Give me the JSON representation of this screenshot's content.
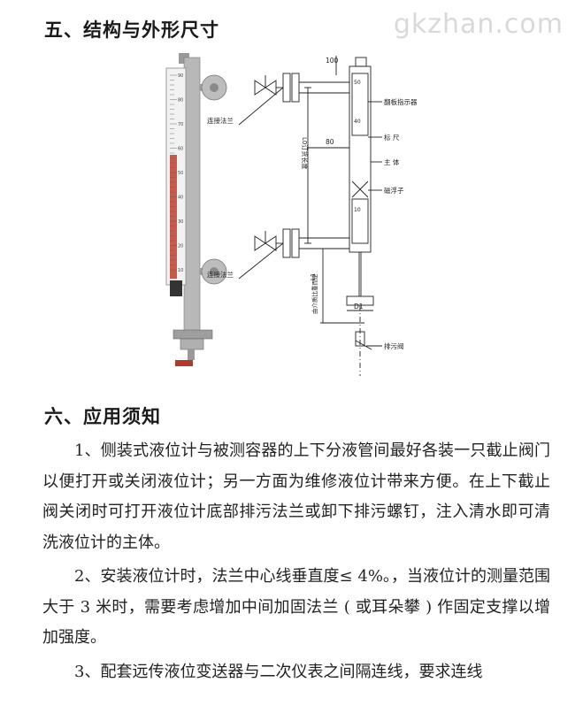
{
  "watermark": "gkzhan.com",
  "section5": {
    "title": "五、结构与外形尺寸"
  },
  "figure": {
    "labels": {
      "flange_top": "连接法兰",
      "flange_bottom": "连接法兰",
      "flip_display": "翻板指示器",
      "scale": "标 尺",
      "body": "主 体",
      "float": "磁浮子",
      "drain_valve": "排污阀",
      "dim_80": "80",
      "dim_100": "100",
      "dim_L0": "L0订货长度",
      "dim_L1": "L1",
      "dim_L1_note": "由介质比重而定",
      "dim_D1": "D1",
      "scale_50": "50",
      "scale_40": "40",
      "scale_10": "10"
    },
    "scale_ticks": [
      "90",
      "80",
      "70",
      "60",
      "50",
      "40",
      "30",
      "20",
      "10"
    ]
  },
  "section6": {
    "title": "六、应用须知",
    "paragraphs": [
      "1、侧装式液位计与被测容器的上下分液管间最好各装一只截止阀门以便打开或关闭液位计；另一方面为维修液位计带来方便。在上下截止阀关闭时可打开液位计底部排污法兰或卸下排污螺钉，注入清水即可清洗液位计的主体。",
      "2、安装液位计时，法兰中心线垂直度≤ 4%。，当液位计的测量范围大于 3 米时，需要考虑增加中间加固法兰 ( 或耳朵攀 ) 作固定支撑以增加强度。",
      "3、配套远传液位变送器与二次仪表之间隔连线，要求连线"
    ]
  }
}
